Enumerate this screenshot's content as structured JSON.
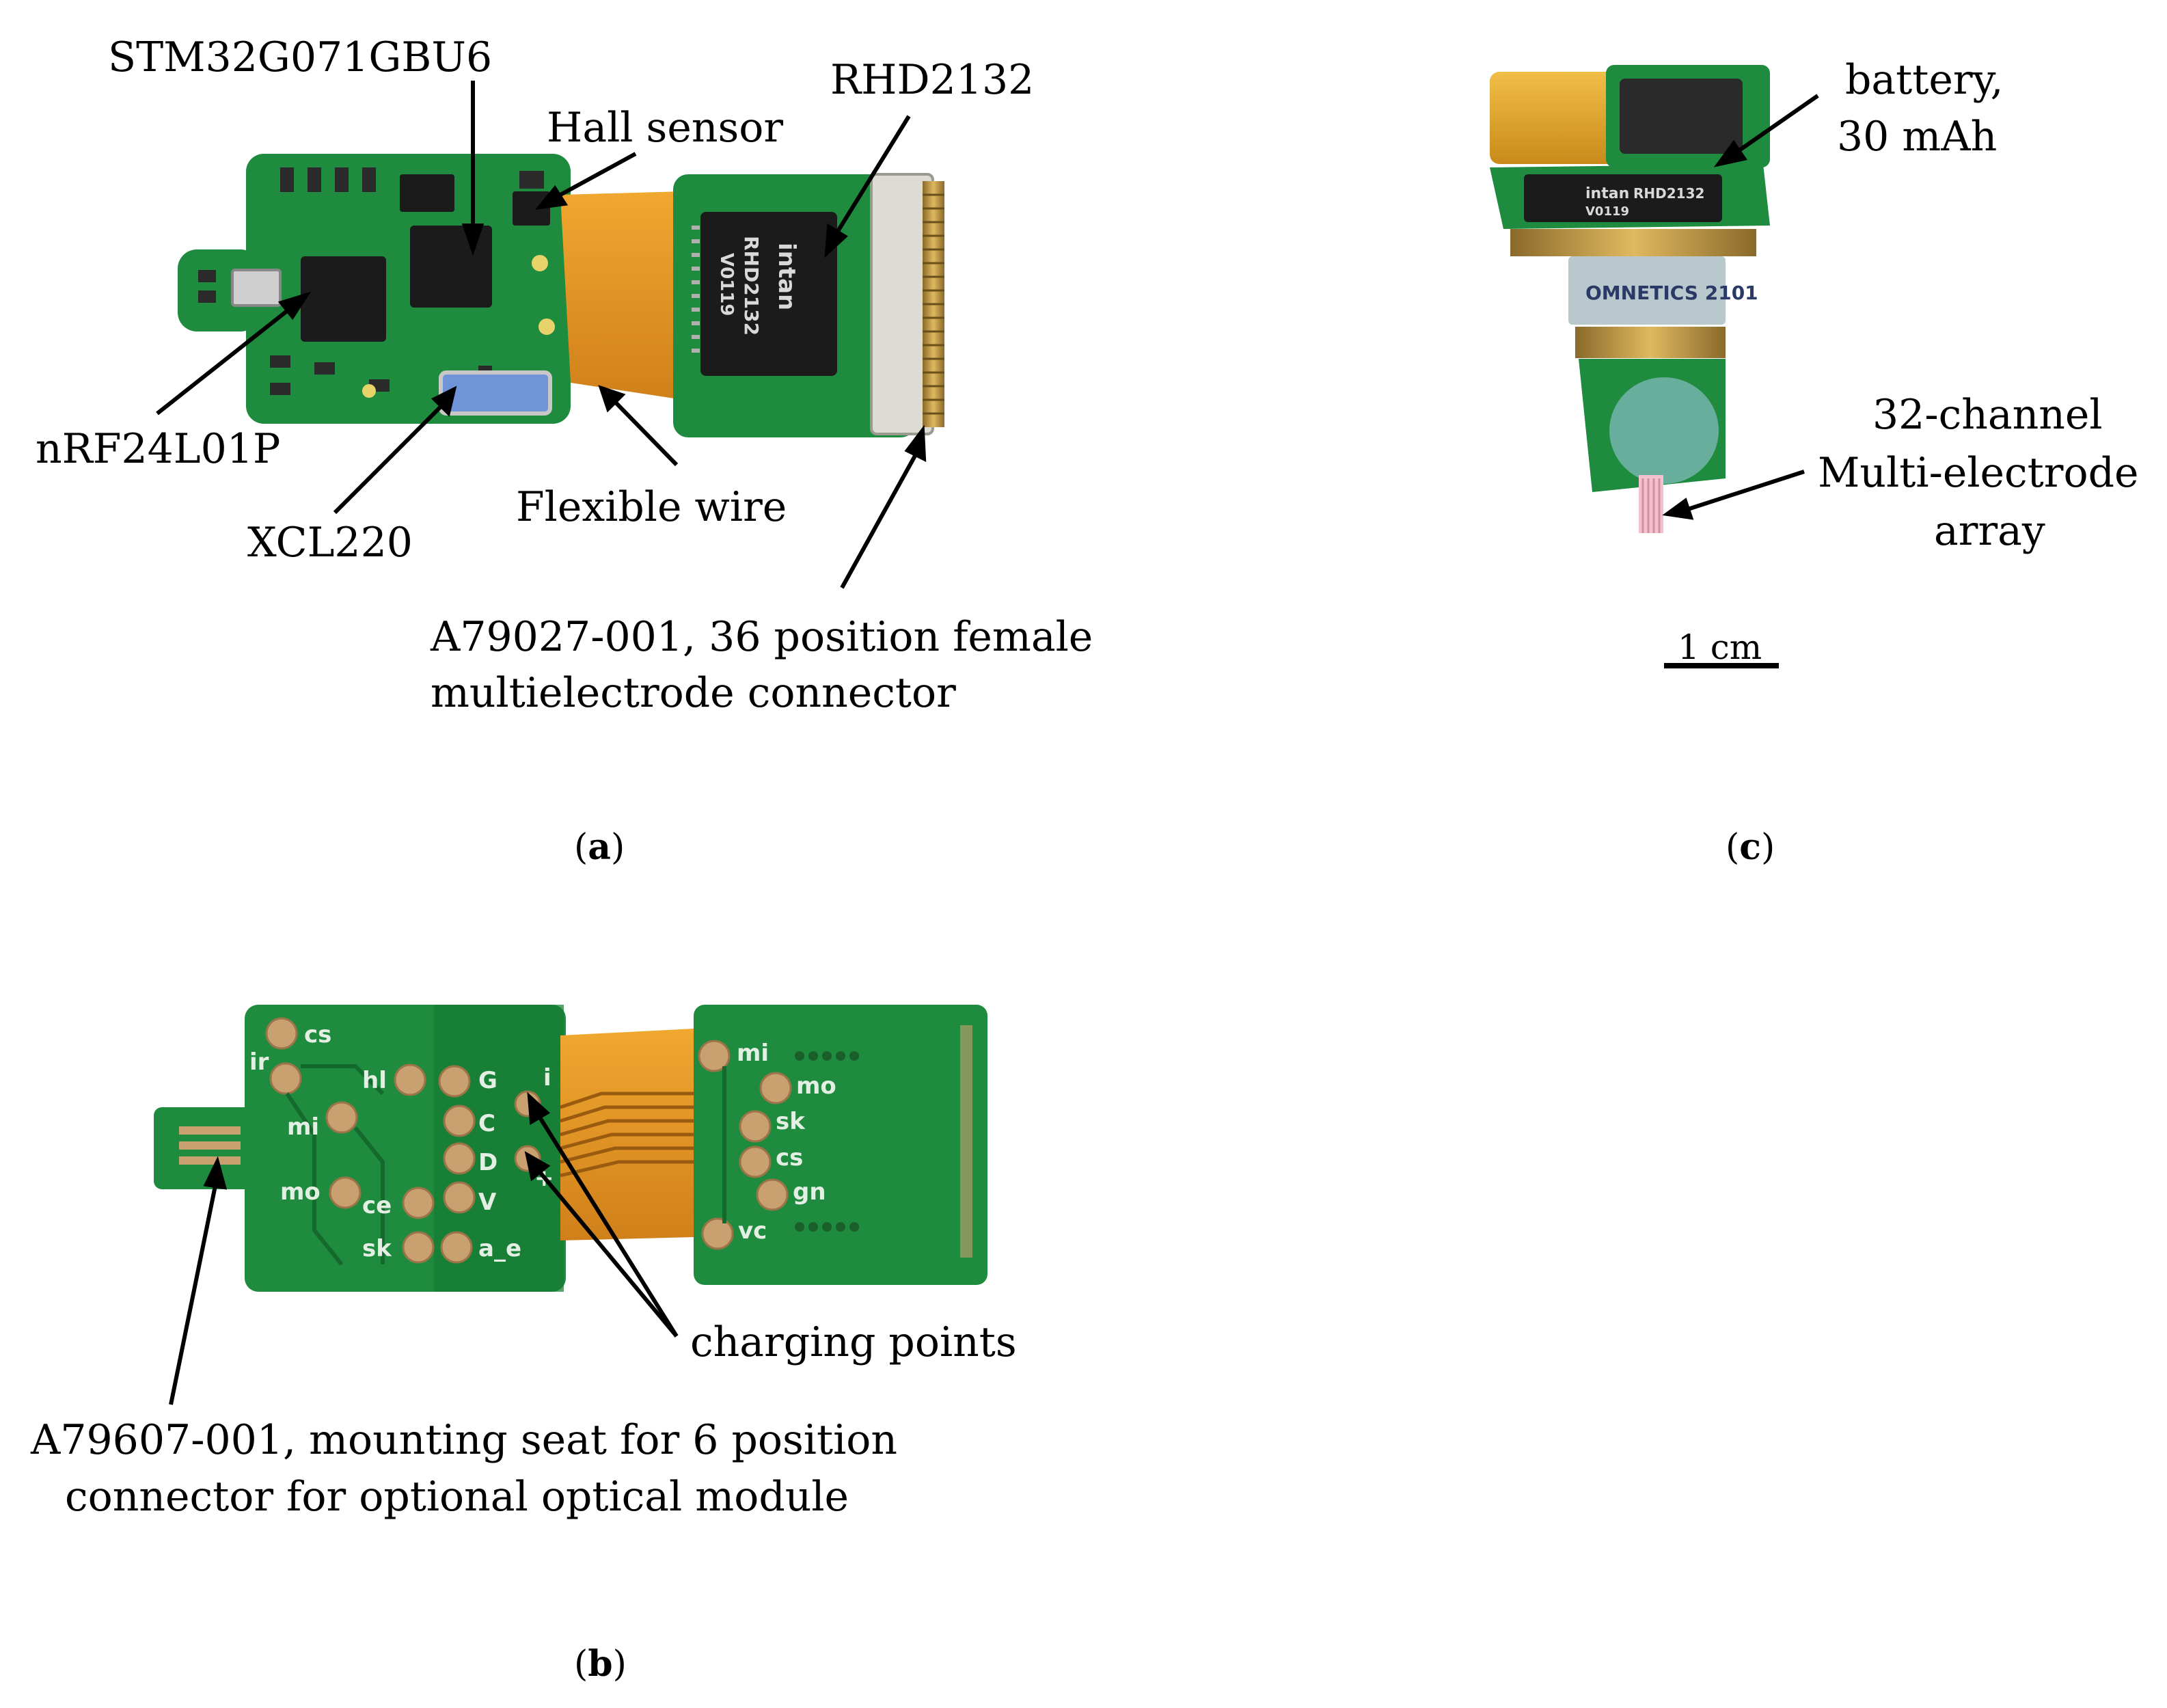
{
  "panel_a": {
    "labels": {
      "stm": "STM32G071GBU6",
      "hall": "Hall sensor",
      "rhd": "RHD2132",
      "nrf": "nRF24L01P",
      "xcl": "XCL220",
      "flex": "Flexible wire",
      "conn_line1": "A79027-001, 36 position female",
      "conn_line2": "multielectrode connector"
    },
    "chip_text": {
      "brand": "intan",
      "model": "RHD2132",
      "code": "V0119"
    },
    "caption": {
      "open": "(",
      "letter": "a",
      "close": ")"
    }
  },
  "panel_b": {
    "labels": {
      "charging": "charging points",
      "mount_line1": "A79607-001, mounting seat for 6 position",
      "mount_line2": "connector for optional optical module"
    },
    "pad_labels": {
      "cs": "cs",
      "ir": "ir",
      "hl": "hl",
      "G": "G",
      "i": "i",
      "mi": "mi",
      "C": "C",
      "D": "D",
      "mo": "mo",
      "ce": "ce",
      "V": "V",
      "plus": "+",
      "sk": "sk",
      "a_e": "a_e",
      "r_mi": "mi",
      "r_mo": "mo",
      "r_sk": "sk",
      "r_cs": "cs",
      "r_gn": "gn",
      "r_vc": "vc"
    },
    "caption": {
      "open": "(",
      "letter": "b",
      "close": ")"
    }
  },
  "panel_c": {
    "labels": {
      "battery_line1": "battery,",
      "battery_line2": "30 mAh",
      "array_line1": "32-channel",
      "array_line2": "Multi-electrode",
      "array_line3": "array",
      "scale": "1 cm"
    },
    "chip_text": {
      "brand": "intan",
      "model": "RHD2132",
      "code": "V0119",
      "connector": "OMNETICS 2101"
    },
    "caption": {
      "open": "(",
      "letter": "c",
      "close": ")"
    }
  },
  "colors": {
    "pcb_green": "#1e8b3e",
    "pcb_dark": "#146a2c",
    "flex_orange": "#e0921a",
    "copper_pad": "#c9a070",
    "chip_black": "#1b1b1b",
    "gold_pins": "#c89a3a",
    "battery_gold": "#e2a22a"
  }
}
